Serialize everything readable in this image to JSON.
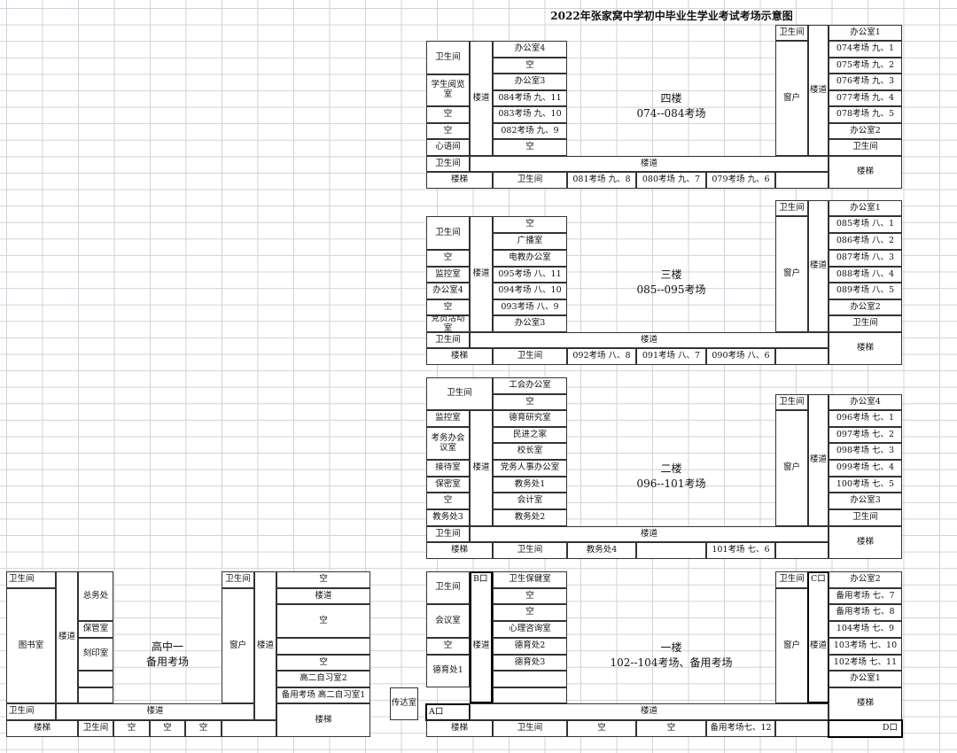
{
  "title": "2022年张家窝中学初中毕业生学业考试考场示意图",
  "floor4": {
    "left_top_wc": "卫生间",
    "reading_room": "学生阅览室",
    "empty_1": "空",
    "empty_2": "空",
    "heart": "心语间",
    "left_wc2": "卫生间",
    "stair_left": "楼梯",
    "corridor_left": "楼道",
    "rooms": [
      "办公室4",
      "空",
      "办公室3",
      "084考场  九、11",
      "083考场  九、10",
      "082考场  九、9",
      "空"
    ],
    "floor_name": "四楼",
    "range": "074--084考场",
    "right_wc_top": "卫生间",
    "window": "窗户",
    "corridor_right": "楼道",
    "right_rooms": [
      "办公室1",
      "074考场  九、1",
      "075考场  九、2",
      "076考场  九、3",
      "077考场  九、4",
      "078考场  九、5",
      "办公室2",
      "卫生间"
    ],
    "stair_right": "楼梯",
    "hall": "楼道",
    "bottom": [
      "卫生间",
      "081考场  九、8",
      "080考场  九、7",
      "079考场  九、6"
    ]
  },
  "floor3": {
    "left_top_wc": "卫生间",
    "empty_1": "空",
    "monitor": "监控室",
    "office4": "办公室4",
    "empty_2": "空",
    "party": "党员活动室",
    "left_wc2": "卫生间",
    "stair_left": "楼梯",
    "corridor_left": "楼道",
    "rooms": [
      "空",
      "广播室",
      "电教办公室",
      "095考场  八、11",
      "094考场  八、10",
      "093考场  八、9",
      "办公室3"
    ],
    "floor_name": "三楼",
    "range": "085--095考场",
    "right_wc_top": "卫生间",
    "window": "窗户",
    "corridor_right": "楼道",
    "right_rooms": [
      "办公室1",
      "085考场  八、1",
      "086考场  八、2",
      "087考场  八、3",
      "088考场  八、4",
      "089考场  八、5",
      "办公室2",
      "卫生间"
    ],
    "stair_right": "楼梯",
    "hall": "楼道",
    "bottom": [
      "卫生间",
      "092考场  八、8",
      "091考场  八、7",
      "090考场  八、6"
    ]
  },
  "floor2": {
    "left_top_wc": "卫生间",
    "monitor": "监控室",
    "exam_office": "考务办会议室",
    "reception": "接待室",
    "secret": "保密室",
    "empty": "空",
    "affairs3": "教务处3",
    "left_wc2": "卫生间",
    "stair_left": "楼梯",
    "corridor_left": "楼道",
    "rooms": [
      "工会办公室",
      "空",
      "德育研究室",
      "民进之家",
      "校长室",
      "党务人事办公室",
      "教务处1",
      "会计室",
      "教务处2"
    ],
    "floor_name": "二楼",
    "range": "096--101考场",
    "right_wc_top": "卫生间",
    "window": "窗户",
    "corridor_right": "楼道",
    "right_rooms": [
      "办公室4",
      "096考场  七、1",
      "097考场  七、2",
      "098考场  七、3",
      "099考场  七、4",
      "100考场  七、5",
      "办公室3",
      "卫生间"
    ],
    "stair_right": "楼梯",
    "hall": "楼道",
    "bottom": [
      "卫生间",
      "教务处4",
      "",
      "101考场  七、6"
    ]
  },
  "floor1": {
    "left_top_wc": "卫生间",
    "meeting": "会议室",
    "empty": "空",
    "moral1": "德育处1",
    "gate_a": "A口",
    "gate_b": "B口",
    "gate_c": "C口",
    "gate_d": "D口",
    "stair_left": "楼梯",
    "corridor_left": "楼道",
    "rooms": [
      "卫生保健室",
      "空",
      "空",
      "心理咨询室",
      "德育处2",
      "德育处3"
    ],
    "floor_name": "一楼",
    "range": "102--104考场、备用考场",
    "right_wc_top": "卫生间",
    "window": "窗户",
    "corridor_right": "楼道",
    "right_rooms": [
      "办公室2",
      "备用考场  七、7",
      "备用考场  七、8",
      "104考场  七、9",
      "103考场  七、10",
      "102考场  七、11",
      "办公室1"
    ],
    "stair_right": "楼梯",
    "hall": "楼道",
    "bottom": [
      "卫生间",
      "空",
      "空",
      "备用考场七、12"
    ]
  },
  "guard": "传达室",
  "highschool": {
    "wc_top": "卫生间",
    "library": "图书室",
    "corridor": "楼道",
    "general_affairs": "总务处",
    "storage": "保管室",
    "print": "刻印室",
    "center_1": "高中一",
    "center_2": "备用考场",
    "wc_right": "卫生间",
    "window": "窗户",
    "corridor_right": "楼道",
    "right_cells": [
      "空",
      "楼道",
      "空",
      "",
      "空",
      "高二自习室2",
      "备用考场  高二自习室1"
    ],
    "stair_right": "楼梯",
    "wc_bottom": "卫生间",
    "hall": "楼道",
    "stair_left": "楼梯",
    "bottom": [
      "卫生间",
      "空",
      "空",
      "空"
    ]
  }
}
